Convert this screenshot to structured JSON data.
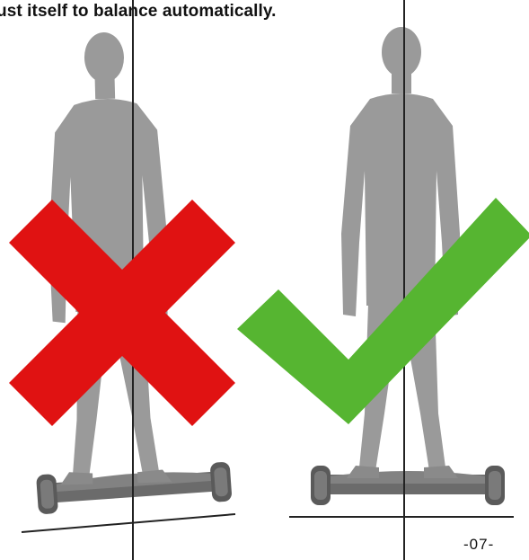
{
  "caption": "ust itself to balance automatically.",
  "page_number": "-07-",
  "figures": {
    "wrong": {
      "mark": "cross-mark-icon",
      "mark_color": "#e01212",
      "meaning": "incorrect posture"
    },
    "right": {
      "mark": "check-mark-icon",
      "mark_color": "#56b531",
      "meaning": "correct posture"
    }
  },
  "colors": {
    "silhouette": "#9a9a9a",
    "wheel": "#5a5a5a",
    "board": "#6b6b6b",
    "line": "#222222"
  }
}
